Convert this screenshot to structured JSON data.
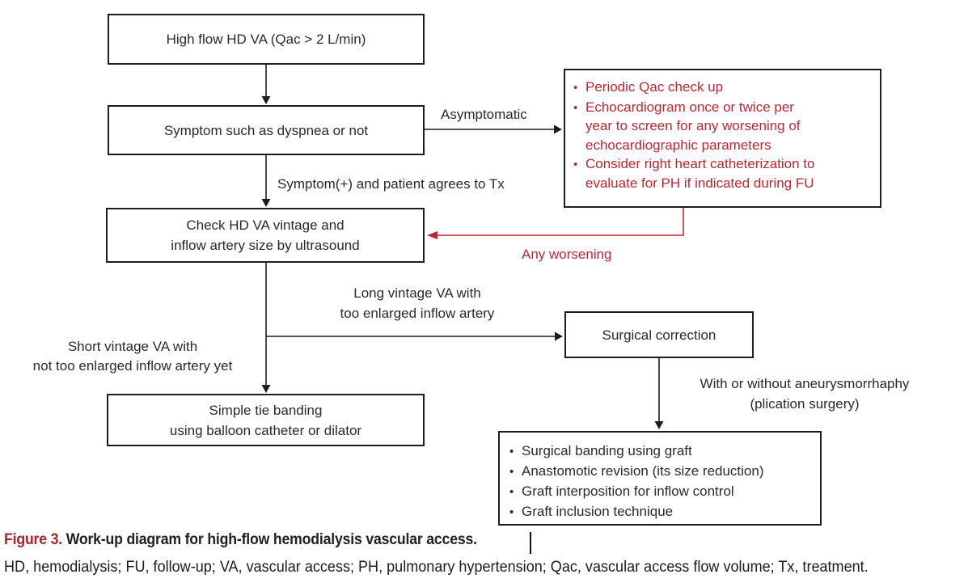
{
  "colors": {
    "diagram_red": "#bf2431",
    "caption_red": "#a8222e",
    "line_ink": "#1d1d1f",
    "text_ink": "#2b2926"
  },
  "nodes": {
    "high_flow": {
      "text": "High flow HD VA (Qac > 2 L/min)"
    },
    "symptom": {
      "text": "Symptom such as dyspnea or not"
    },
    "check": {
      "text": "Check HD VA vintage and\ninflow artery size by ultrasound"
    },
    "surveillance": {
      "items": [
        "Periodic Qac check up",
        "Echocardiogram once or twice per\nyear to screen for any worsening of\nechocardiographic parameters",
        "Consider right heart catheterization to\nevaluate for PH if indicated during FU"
      ]
    },
    "surgical": {
      "text": "Surgical correction"
    },
    "simple_tie": {
      "text": "Simple tie banding\nusing balloon catheter or dilator"
    },
    "options": {
      "items": [
        "Surgical banding using graft",
        "Anastomotic revision (its size reduction)",
        "Graft interposition for inflow control",
        "Graft inclusion technique"
      ]
    }
  },
  "labels": {
    "asymptomatic": "Asymptomatic",
    "symptom_tx": "Symptom(+) and patient agrees to Tx",
    "any_worsening": "Any worsening",
    "long_vintage": "Long vintage VA with\ntoo enlarged inflow artery",
    "short_vintage": "Short vintage VA with\nnot too enlarged inflow artery yet",
    "aneurysmorrhaphy": "With or without aneurysmorrhaphy\n(plication surgery)"
  },
  "caption": {
    "figure_label": "Figure 3.",
    "title": " Work-up diagram for high-flow hemodialysis vascular access.",
    "abbreviations": "HD, hemodialysis; FU, follow-up; VA, vascular access; PH, pulmonary hypertension; Qac, vascular access flow volume; Tx, treatment."
  }
}
